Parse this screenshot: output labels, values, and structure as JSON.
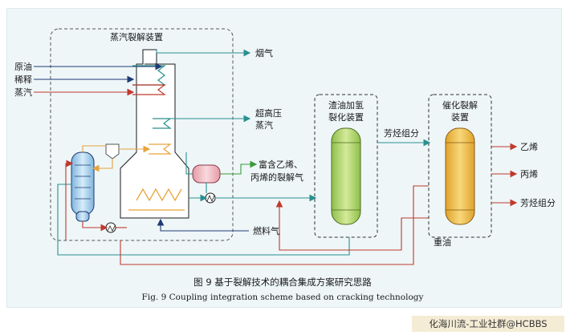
{
  "units": {
    "steam_cracking": "蒸汽裂解装置",
    "residue_hydrocracking": [
      "渣油加氢",
      "裂化装置"
    ],
    "catalytic_cracking": [
      "催化裂解",
      "装置"
    ]
  },
  "inputs": [
    "原油",
    "稀释",
    "蒸汽"
  ],
  "labels": {
    "flue_gas": "烟气",
    "shp_steam": [
      "超高压",
      "蒸汽"
    ],
    "cracked_gas": [
      "富含乙烯、",
      "丙烯的裂解气"
    ],
    "fuel_gas": "燃料气",
    "aromatics_mid": "芳烃组分",
    "heavy_oil": "重油"
  },
  "products": [
    "乙烯",
    "丙烯",
    "芳烃组分"
  ],
  "caption": {
    "cn": "图 9   基于裂解技术的耦合集成方案研究思路",
    "en": "Fig. 9   Coupling integration scheme based on cracking technology"
  },
  "watermark": "化海川流-工业社群@HCBBS",
  "colors": {
    "teal_line": "#2a8f8f",
    "red_line": "#c0392b",
    "orange_line": "#e8a33b",
    "navy_line": "#1f3b73",
    "green_vessel": "#b9d97a",
    "orange_vessel": "#f2c45a",
    "blue_tower": "#bcdcf2"
  }
}
